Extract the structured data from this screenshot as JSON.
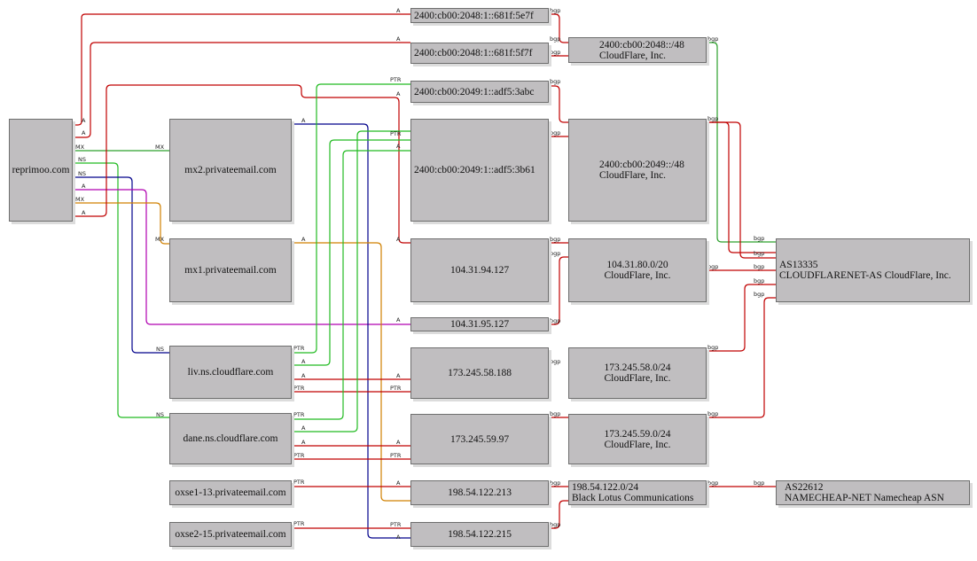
{
  "nodes": {
    "reprimoo": "reprimoo.com",
    "mx2": "mx2.privateemail.com",
    "mx1": "mx1.privateemail.com",
    "liv": "liv.ns.cloudflare.com",
    "dane": "dane.ns.cloudflare.com",
    "oxse13": "oxse1-13.privateemail.com",
    "oxse15": "oxse2-15.privateemail.com",
    "ip6_5e7f": "2400:cb00:2048:1::681f:5e7f",
    "ip6_5f7f": "2400:cb00:2048:1::681f:5f7f",
    "ip6_3abc": "2400:cb00:2049:1::adf5:3abc",
    "ip6_3b61": "2400:cb00:2049:1::adf5:3b61",
    "ip_94": "104.31.94.127",
    "ip_95": "104.31.95.127",
    "ip_58": "173.245.58.188",
    "ip_59": "173.245.59.97",
    "ip_213": "198.54.122.213",
    "ip_215": "198.54.122.215",
    "pfx_2048": {
      "line1": "2400:cb00:2048::/48",
      "line2": "CloudFlare, Inc."
    },
    "pfx_2049": {
      "line1": "2400:cb00:2049::/48",
      "line2": "CloudFlare, Inc."
    },
    "pfx_104": {
      "line1": "104.31.80.0/20",
      "line2": "CloudFlare, Inc."
    },
    "pfx_58": {
      "line1": "173.245.58.0/24",
      "line2": "CloudFlare, Inc."
    },
    "pfx_59": {
      "line1": "173.245.59.0/24",
      "line2": "CloudFlare, Inc."
    },
    "pfx_198": {
      "line1": "198.54.122.0/24",
      "line2": "Black Lotus Communications"
    },
    "as13335": {
      "line1": "AS13335",
      "line2": "CLOUDFLARENET-AS CloudFlare, Inc."
    },
    "as22612": {
      "line1": "AS22612",
      "line2": "NAMECHEAP-NET Namecheap ASN"
    }
  },
  "colors": {
    "a": "#c00000",
    "mx": "#2ca02c",
    "ns_blue": "#00008b",
    "ns_green": "#22bb22",
    "a_magenta": "#b000b0",
    "mx_orange": "#d08000",
    "node_fill": "#c0bec0"
  },
  "edge_labels": {
    "a": "A",
    "mx": "MX",
    "ns": "NS",
    "ptr": "PTR",
    "bgp": "bgp"
  }
}
